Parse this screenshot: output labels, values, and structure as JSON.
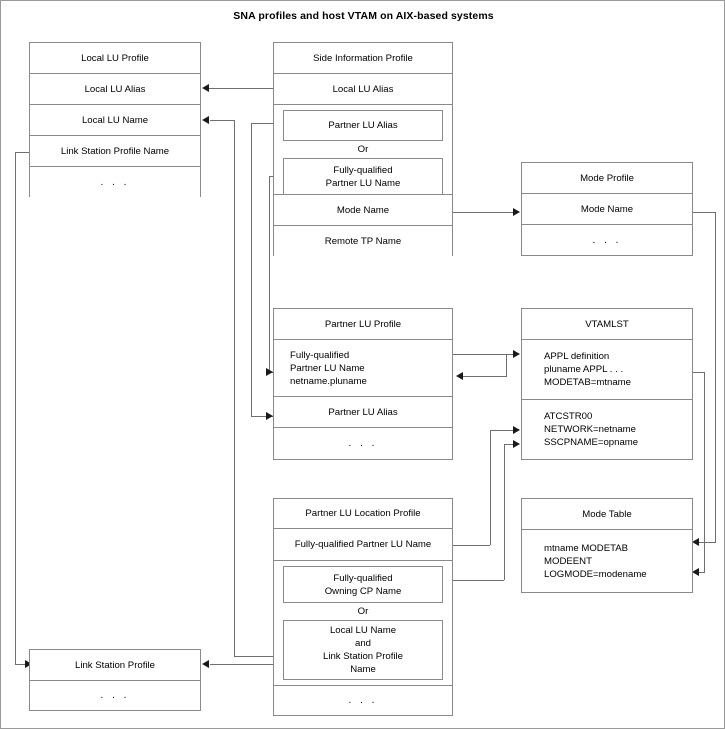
{
  "title": "SNA profiles and host VTAM on AIX-based systems",
  "colors": {
    "box_border": "#8a8a8a",
    "connector": "#6f6f6f",
    "arrowhead": "#1a1a1a",
    "page_border": "#9a9a9a",
    "background": "#ffffff"
  },
  "ellipsis": ". . .",
  "or_label": "Or",
  "boxes": {
    "local_lu_profile": {
      "header": "Local LU Profile",
      "rows": [
        "Local LU Alias",
        "Local LU Name",
        "Link Station Profile Name",
        ". . ."
      ]
    },
    "side_information_profile": {
      "header": "Side Information Profile",
      "row_local_lu_alias": "Local LU Alias",
      "sub_partner_lu_alias": "Partner LU Alias",
      "or": "Or",
      "sub_fq_partner_lu_name": "Fully-qualified\nPartner LU Name",
      "row_mode_name": "Mode Name",
      "row_remote_tp_name": "Remote TP Name"
    },
    "mode_profile": {
      "header": "Mode Profile",
      "rows": [
        "Mode Name",
        ". . ."
      ]
    },
    "partner_lu_profile": {
      "header": "Partner LU Profile",
      "row_fq_partner_lu_name": "Fully-qualified\nPartner LU Name\nnetname.pluname",
      "row_partner_lu_alias": "Partner LU Alias",
      "row_dots": ". . ."
    },
    "vtamlst": {
      "header": "VTAMLST",
      "row_appl": "APPL definition\n   pluname APPL . . .\n   MODETAB=mtname",
      "row_atcstr00": "ATCSTR00\n   NETWORK=netname\n   SSCPNAME=opname"
    },
    "partner_lu_location_profile": {
      "header": "Partner LU Location Profile",
      "row_fq_partner_lu_name": "Fully-qualified Partner LU Name",
      "sub_fq_owning_cp_name": "Fully-qualified\nOwning CP Name",
      "or": "Or",
      "sub_local_lu_link": "Local LU Name\nand\nLink Station Profile\nName",
      "row_dots": ". . ."
    },
    "mode_table": {
      "header": "Mode Table",
      "row_body": "mtname MODETAB\n  MODEENT\n      LOGMODE=modename"
    },
    "link_station_profile": {
      "header": "Link Station Profile",
      "row_dots": ". . ."
    }
  }
}
